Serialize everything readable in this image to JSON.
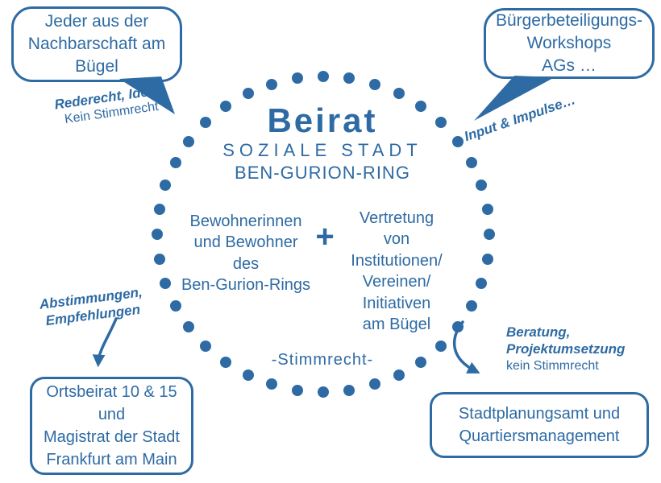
{
  "colors": {
    "accent": "#2e6ba4",
    "background": "#ffffff"
  },
  "center": {
    "title": "Beirat",
    "subtitle_line1": "SOZIALE STADT",
    "subtitle_line2": "BEN-GURION-RING",
    "left_group": "Bewohnerinnen\nund Bewohner\ndes\nBen-Gurion-Rings",
    "plus_sign": "+",
    "right_group": "Vertretung\nvon\nInstitutionen/\nVereinen/\nInitiativen\nam Bügel",
    "voting_note": "-Stimmrecht-"
  },
  "speech_bubbles": {
    "top_left": "Jeder aus der\nNachbarschaft am\nBügel",
    "top_right": "Bürgerbeteiligungs-\nWorkshops\nAGs …"
  },
  "boxes": {
    "bottom_left": "Ortsbeirat 10 & 15\nund\nMagistrat der Stadt\nFrankfurt am Main",
    "bottom_right": "Stadtplanungsamt und\nQuartiersmanagement"
  },
  "annotations": {
    "top_left": {
      "emphasis": "Rederecht, Ideen",
      "note": "Kein Stimmrecht"
    },
    "top_right": {
      "emphasis": "Input & Impulse…"
    },
    "bottom_left": {
      "emphasis": "Abstimmungen,\nEmpfehlungen"
    },
    "bottom_right": {
      "emphasis": "Beratung,\nProjektumsetzung",
      "note": "kein Stimmrecht"
    }
  }
}
